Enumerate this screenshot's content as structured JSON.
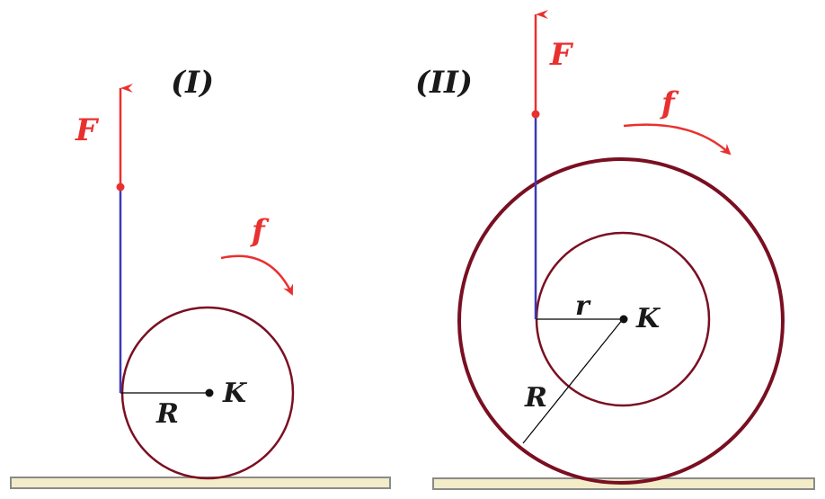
{
  "panels": [
    {
      "label": "(I)",
      "force_label": "F",
      "rotation_label": "f",
      "center_label": "K",
      "radius_label": "R"
    },
    {
      "label": "(II)",
      "force_label": "F",
      "rotation_label": "f",
      "center_label": "K",
      "inner_radius_label": "r",
      "outer_radius_label": "R"
    }
  ],
  "colors": {
    "force": "#e8312f",
    "string": "#3a3ab8",
    "wheel": "#7a0f22",
    "ground_fill": "#f3ecc8",
    "ground_border": "#8a8a8a"
  }
}
